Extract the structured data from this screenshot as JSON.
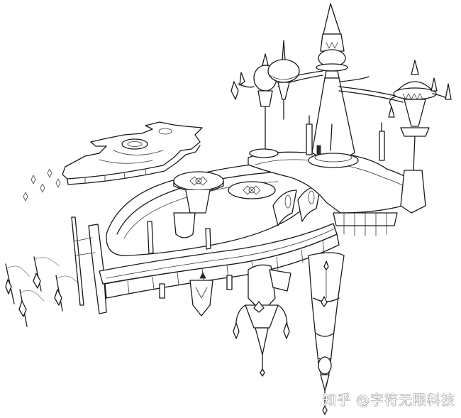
{
  "image": {
    "subject": "Line-art pencil sketch of a floating fantasy sky castle with spired towers, domed lanterns, circular platforms, hanging stalactite spires, a separate floating emblem-shaped platform, and small floating banner/crystal markers",
    "style": "black ink sketch on white",
    "background_color": "#ffffff",
    "ink_color": "#1a1a1a"
  },
  "watermark": {
    "text": "知乎 @字符无限科技",
    "color": "#ffffff",
    "outline_color": "#8a8a8a"
  }
}
